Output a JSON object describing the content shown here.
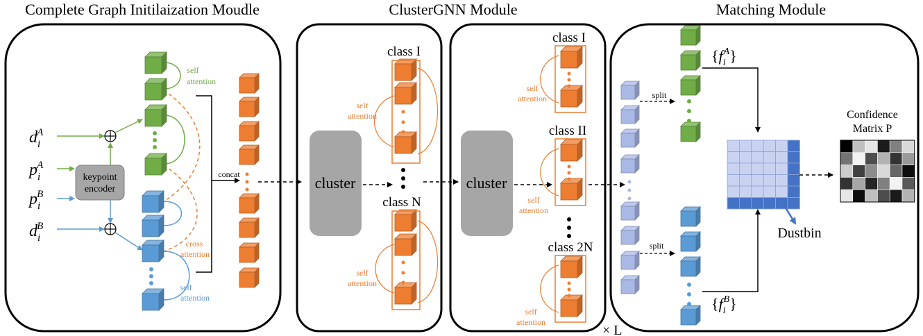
{
  "modules": {
    "init": {
      "title": "Complete Graph Initilaization Moudle"
    },
    "cluster": {
      "title": "ClusterGNN Module"
    },
    "matching": {
      "title": "Matching Module"
    }
  },
  "inputs": {
    "dA": {
      "base": "d",
      "sub": "i",
      "sup": "A"
    },
    "pA": {
      "base": "p",
      "sub": "i",
      "sup": "A"
    },
    "pB": {
      "base": "p",
      "sub": "i",
      "sup": "B"
    },
    "dB": {
      "base": "d",
      "sub": "i",
      "sup": "B"
    }
  },
  "encoder": {
    "line1": "keypoint",
    "line2": "encoder"
  },
  "labels": {
    "self": "self",
    "attention": "attention",
    "cross": "cross",
    "concat": "concat",
    "cluster": "cluster",
    "split": "split",
    "times_l": "× L",
    "dustbin": "Dustbin",
    "confidence_line1": "Confidence",
    "confidence_line2": "Matrix P"
  },
  "classes": {
    "gnn1": [
      "class I",
      "class N"
    ],
    "gnn2": [
      "class I",
      "class II",
      "class 2N"
    ]
  },
  "features": {
    "fA": {
      "open": "{",
      "base": "f",
      "sub": "i",
      "sup": "A",
      "close": "}"
    },
    "fB": {
      "open": "{",
      "base": "f",
      "sub": "i",
      "sup": "B",
      "close": "}"
    }
  },
  "colors": {
    "green": "#70ad47",
    "blue": "#5b9bd5",
    "orange": "#ed7d31",
    "lavender": "#aab8e6",
    "cluster_gray": "#a6a6a6"
  },
  "confidence_matrix": [
    [
      0.0,
      0.75,
      0.9,
      0.1,
      0.5,
      0.85
    ],
    [
      0.45,
      0.95,
      0.3,
      0.7,
      0.2,
      0.6
    ],
    [
      0.8,
      0.25,
      0.55,
      0.85,
      0.4,
      0.05
    ],
    [
      0.2,
      0.65,
      0.15,
      0.5,
      0.95,
      0.35
    ],
    [
      0.9,
      0.05,
      0.75,
      0.3,
      0.1,
      0.7
    ]
  ]
}
